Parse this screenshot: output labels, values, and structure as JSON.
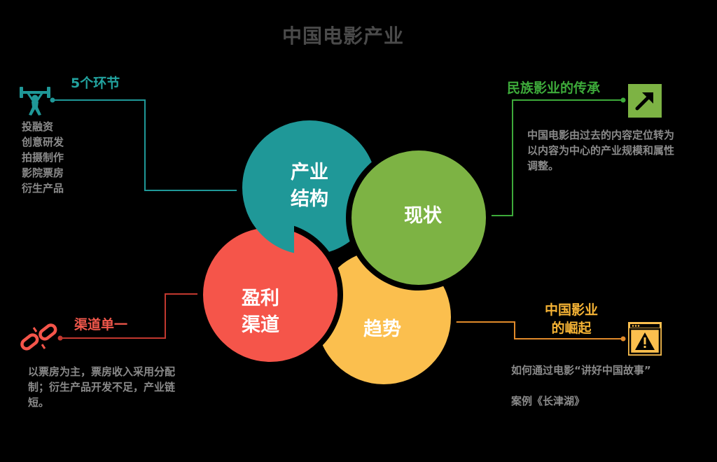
{
  "title": "中国电影产业",
  "colors": {
    "teal": "#1f9898",
    "green": "#7db344",
    "red": "#f5554a",
    "yellow": "#fbbf4e",
    "title": "#4a4a4a",
    "grey_text": "#8a8a8a",
    "teal_label": "#22a39f",
    "green_label": "#3daa3a",
    "red_label": "#f0574b",
    "yellow_label": "#f5b335"
  },
  "petals": {
    "industry_structure": {
      "line1": "产业",
      "line2": "结构",
      "color": "teal"
    },
    "status": {
      "line1": "现状",
      "color": "green"
    },
    "profit_channel": {
      "line1": "盈利",
      "line2": "渠道",
      "color": "red"
    },
    "trend": {
      "line1": "趋势",
      "color": "yellow"
    }
  },
  "callouts": {
    "five_links": {
      "label": "5个环节",
      "icon": "weightlifter-icon",
      "items": [
        "投融资",
        "创意研发",
        "拍摄制作",
        "影院票房",
        "衍生产品"
      ]
    },
    "heritage": {
      "label": "民族影业的传承",
      "icon": "arrow-up-right-icon",
      "lines": [
        "中国电影由过去的内容定位转为",
        "以内容为中心的产业规模和属性",
        "调整。"
      ]
    },
    "single_channel": {
      "label": "渠道单一",
      "icon": "broken-chain-icon",
      "lines": [
        "以票房为主，票房收入采用分配",
        "制；衍生产品开发不足，产业链",
        "短。"
      ]
    },
    "rise": {
      "label_line1": "中国影业",
      "label_line2": "的崛起",
      "icon": "warning-window-icon",
      "lines": [
        "如何通过电影“讲好中国故事”",
        "案例《长津湖》"
      ]
    }
  }
}
